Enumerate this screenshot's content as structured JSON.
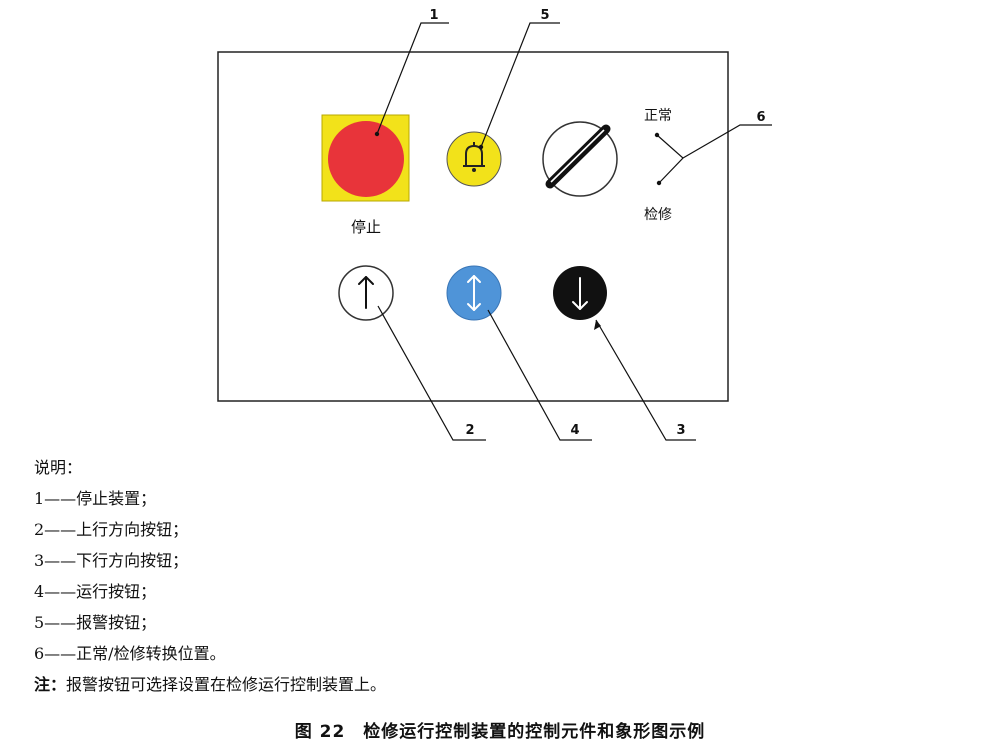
{
  "panel": {
    "labels": {
      "stop": "停止",
      "normal": "正常",
      "inspection": "检修"
    },
    "callouts": [
      "1",
      "5",
      "6",
      "2",
      "4",
      "3"
    ]
  },
  "colors": {
    "stop_red": "#e8343a",
    "stop_yellow": "#f2e21a",
    "alarm_yellow": "#f2e21a",
    "run_blue": "#4f94d8",
    "down_black": "#111111"
  },
  "legend": {
    "title": "说明：",
    "items": [
      "1——停止装置；",
      "2——上行方向按钮；",
      "3——下行方向按钮；",
      "4——运行按钮；",
      "5——报警按钮；",
      "6——正常/检修转换位置。"
    ],
    "note_label": "注：",
    "note_text": "报警按钮可选择设置在检修运行控制装置上。"
  },
  "caption": {
    "number": "图 22",
    "title": "检修运行控制装置的控制元件和象形图示例"
  }
}
